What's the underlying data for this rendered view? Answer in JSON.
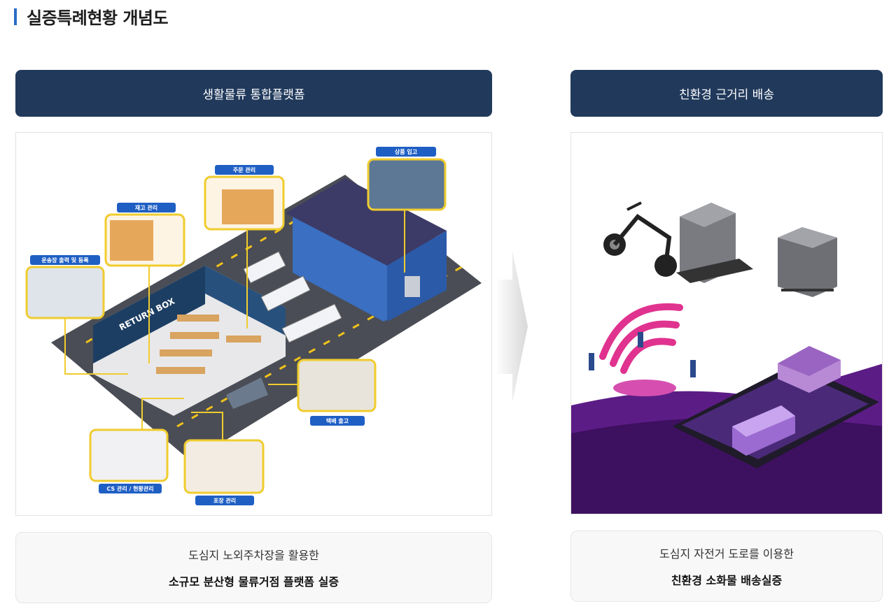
{
  "page": {
    "title": "실증특례현황 개념도"
  },
  "left": {
    "header": "생활물류 통합플랫폼",
    "caption_line1": "도심지 노외주차장을 활용한",
    "caption_line2": "소규모 분산형 물류거점 플랫폼 실증",
    "diagram_labels": {
      "inbound": "상품 입고",
      "order": "주문 관리",
      "inventory": "재고 관리",
      "waybill": "운송장 출력 및 등록",
      "delivery": "택배 출고",
      "cs": "CS 관리 / 현황관리",
      "packing": "포장 관리"
    }
  },
  "right": {
    "header": "친환경 근거리 배송",
    "caption_line1": "도심지 자전거 도로를 이용한",
    "caption_line2": "친환경 소화물 배송실증"
  },
  "colors": {
    "accent_bar": "#2b6cc4",
    "header_bg": "#213a5c",
    "label_bg": "#1f5fc4",
    "callout_border": "#f0cc2e",
    "purple": "#7a2fa0"
  }
}
